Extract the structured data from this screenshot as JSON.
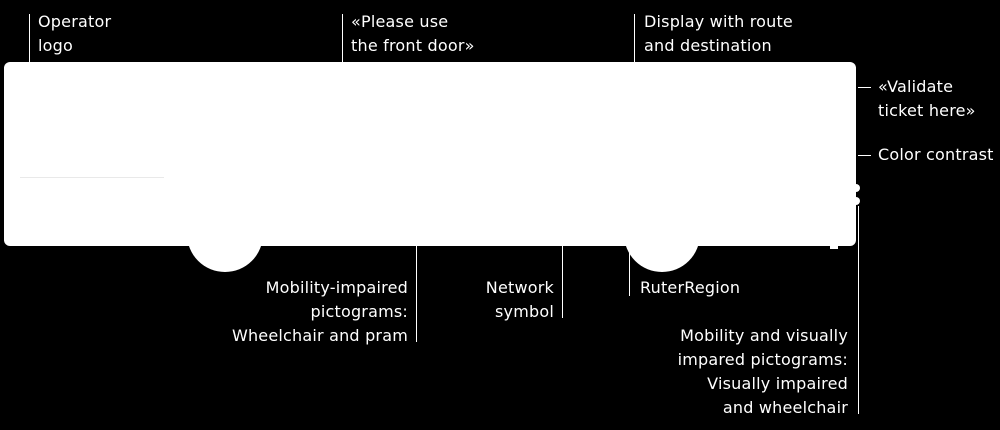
{
  "diagram": {
    "colors": {
      "background": "#000000",
      "bus": "#ffffff",
      "text": "#ffffff"
    },
    "labels": {
      "operator_logo": "Operator\nlogo",
      "front_door": "«Please use\nthe front door»",
      "display": "Display with route\nand destination",
      "validate_ticket": "«Validate\nticket here»",
      "color_contrast": "Color contrast",
      "mobility_impaired": "Mobility-impaired\npictograms:\nWheelchair and pram",
      "network_symbol": "Network\nsymbol",
      "ruter_region": "RuterRegion",
      "visually_impaired": "Mobility and visually\nimpared pictograms:\nVisually impaired\nand wheelchair"
    }
  }
}
